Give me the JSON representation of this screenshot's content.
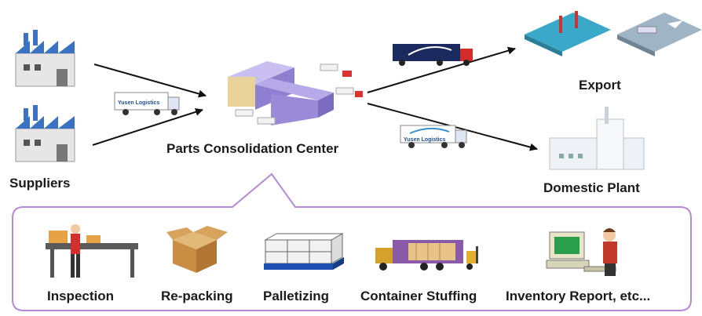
{
  "nodes": {
    "suppliers": "Suppliers",
    "center": "Parts Consolidation Center",
    "export": "Export",
    "domestic": "Domestic Plant"
  },
  "trucks": {
    "inbound": "Yusen Logistics",
    "domestic": "Yusen Logistics"
  },
  "services": [
    "Inspection",
    "Re-packing",
    "Palletizing",
    "Container Stuffing",
    "Inventory Report, etc..."
  ],
  "colors": {
    "factory_roof": "#3a73c4",
    "warehouse": "#9b8ad6",
    "callout_border": "#b58ad6",
    "arrow": "#111111"
  }
}
